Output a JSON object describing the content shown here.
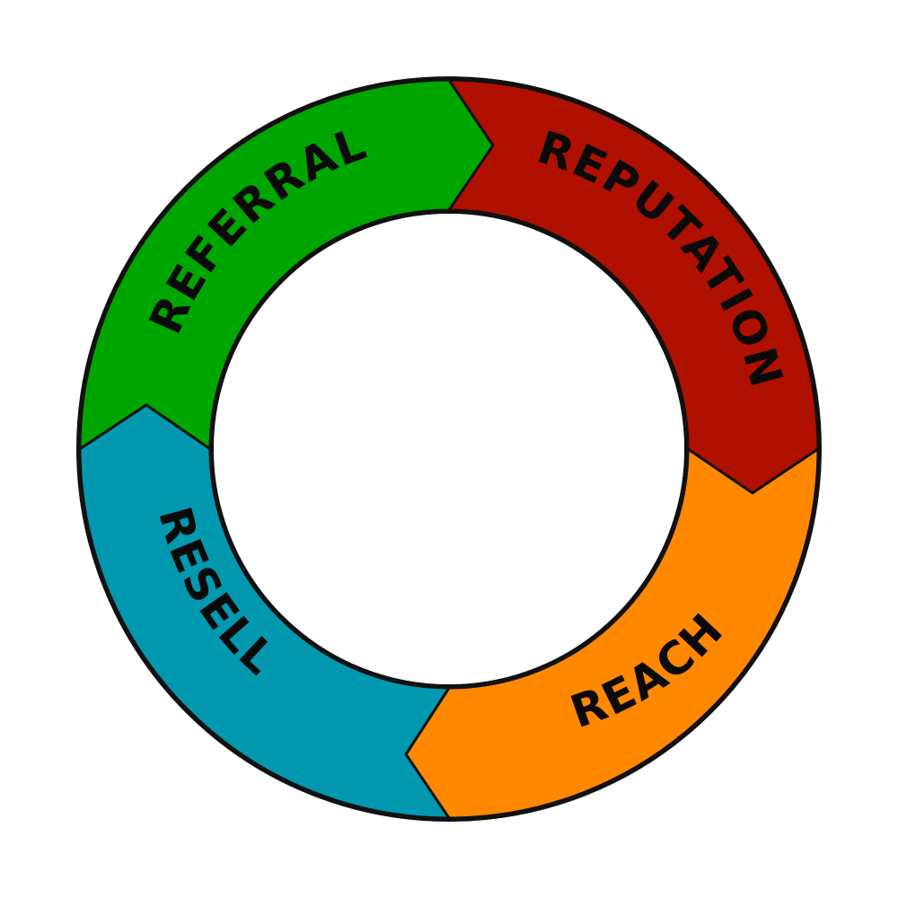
{
  "diagram": {
    "segments": [
      {
        "id": "referral",
        "label": "REFERRAL",
        "color": "#00a600"
      },
      {
        "id": "reputation",
        "label": "REPUTATION",
        "color": "#b01000"
      },
      {
        "id": "reach",
        "label": "REACH",
        "color": "#ff8800"
      },
      {
        "id": "resell",
        "label": "RESELL",
        "color": "#0299b0"
      }
    ]
  }
}
